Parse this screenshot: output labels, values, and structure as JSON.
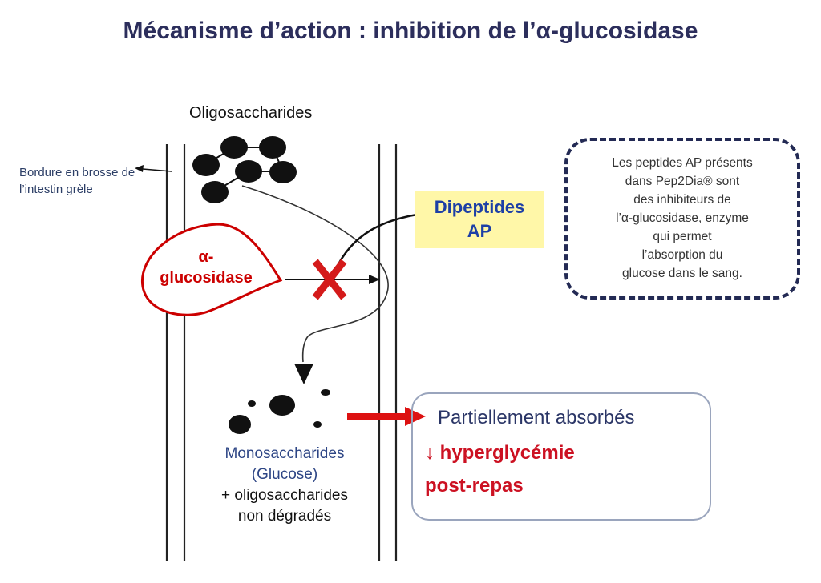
{
  "title": "Mécanisme d’action : inhibition de l’α-glucosidase",
  "oligosaccharides_label": "Oligosaccharides",
  "bordure_label": "Bordure en brosse de l’intestin grèle",
  "enzyme": {
    "line1": "α-",
    "line2": "glucosidase",
    "color": "#cc0000"
  },
  "dipeptides": {
    "line1": "Dipeptides",
    "line2": "AP",
    "background": "#fff7a8",
    "text_color": "#1d3fa6"
  },
  "info_box": {
    "lines": [
      "Les peptides AP présents",
      "dans Pep2Dia® sont",
      "des inhibiteurs de",
      "l’α-glucosidase, enzyme",
      "qui permet",
      "l’absorption du",
      "glucose dans le sang."
    ],
    "border_color": "#232a54"
  },
  "monosaccharides": {
    "line1": "Monosaccharides",
    "line2": "(Glucose)",
    "line3": "+ oligosaccharides",
    "line4": "non dégradés"
  },
  "result": {
    "partial": "Partiellement absorbés",
    "hyper_line1": "↓ hyperglycémie",
    "hyper_line2": "post-repas",
    "arrow_color": "#dd1111"
  },
  "block_icon": "red-x-inhibition-icon"
}
